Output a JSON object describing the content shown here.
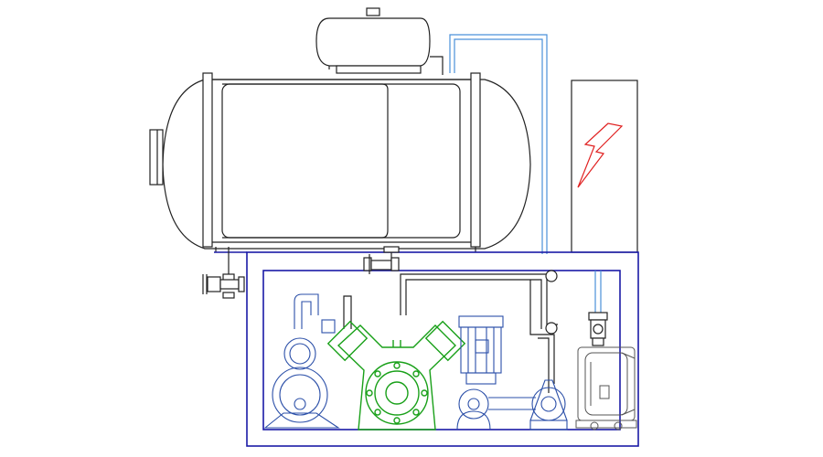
{
  "diagram": {
    "colors": {
      "outline": "#222222",
      "frame": "#1a1aa6",
      "pipe": "#4a90d9",
      "compressor": "#19a019",
      "motor_pump": "#2b4fa8",
      "electric_symbol": "#e02020",
      "background": "#ffffff"
    },
    "components": [
      {
        "id": "air-receiver-tank",
        "icon": "horizontal-tank"
      },
      {
        "id": "top-reservoir",
        "icon": "small-tank"
      },
      {
        "id": "electrical-cabinet",
        "icon": "high-voltage-symbol"
      },
      {
        "id": "base-frame",
        "icon": "rectangular-frame"
      },
      {
        "id": "v-compressor",
        "icon": "v-block-compressor"
      },
      {
        "id": "electric-motor",
        "icon": "finned-motor"
      },
      {
        "id": "vacuum-pump",
        "icon": "vacuum-pump"
      },
      {
        "id": "separator-vessel",
        "icon": "round-vessel"
      },
      {
        "id": "drain-valve",
        "icon": "valve"
      }
    ]
  }
}
